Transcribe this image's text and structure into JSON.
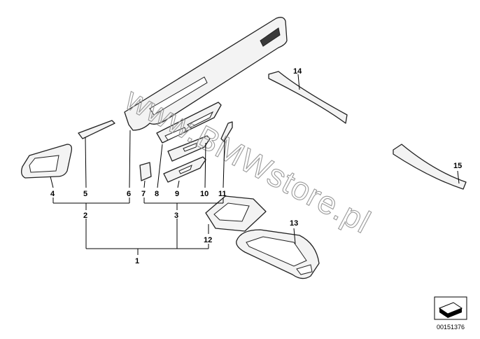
{
  "diagram": {
    "watermark": "www.BMWstore.pl",
    "document_number": "00151376",
    "callouts": {
      "c1": "1",
      "c2": "2",
      "c3": "3",
      "c4": "4",
      "c5": "5",
      "c6": "6",
      "c7": "7",
      "c8": "8",
      "c9": "9",
      "c10": "10",
      "c11": "11",
      "c12": "12",
      "c13": "13",
      "c14": "14",
      "c15": "15"
    }
  }
}
